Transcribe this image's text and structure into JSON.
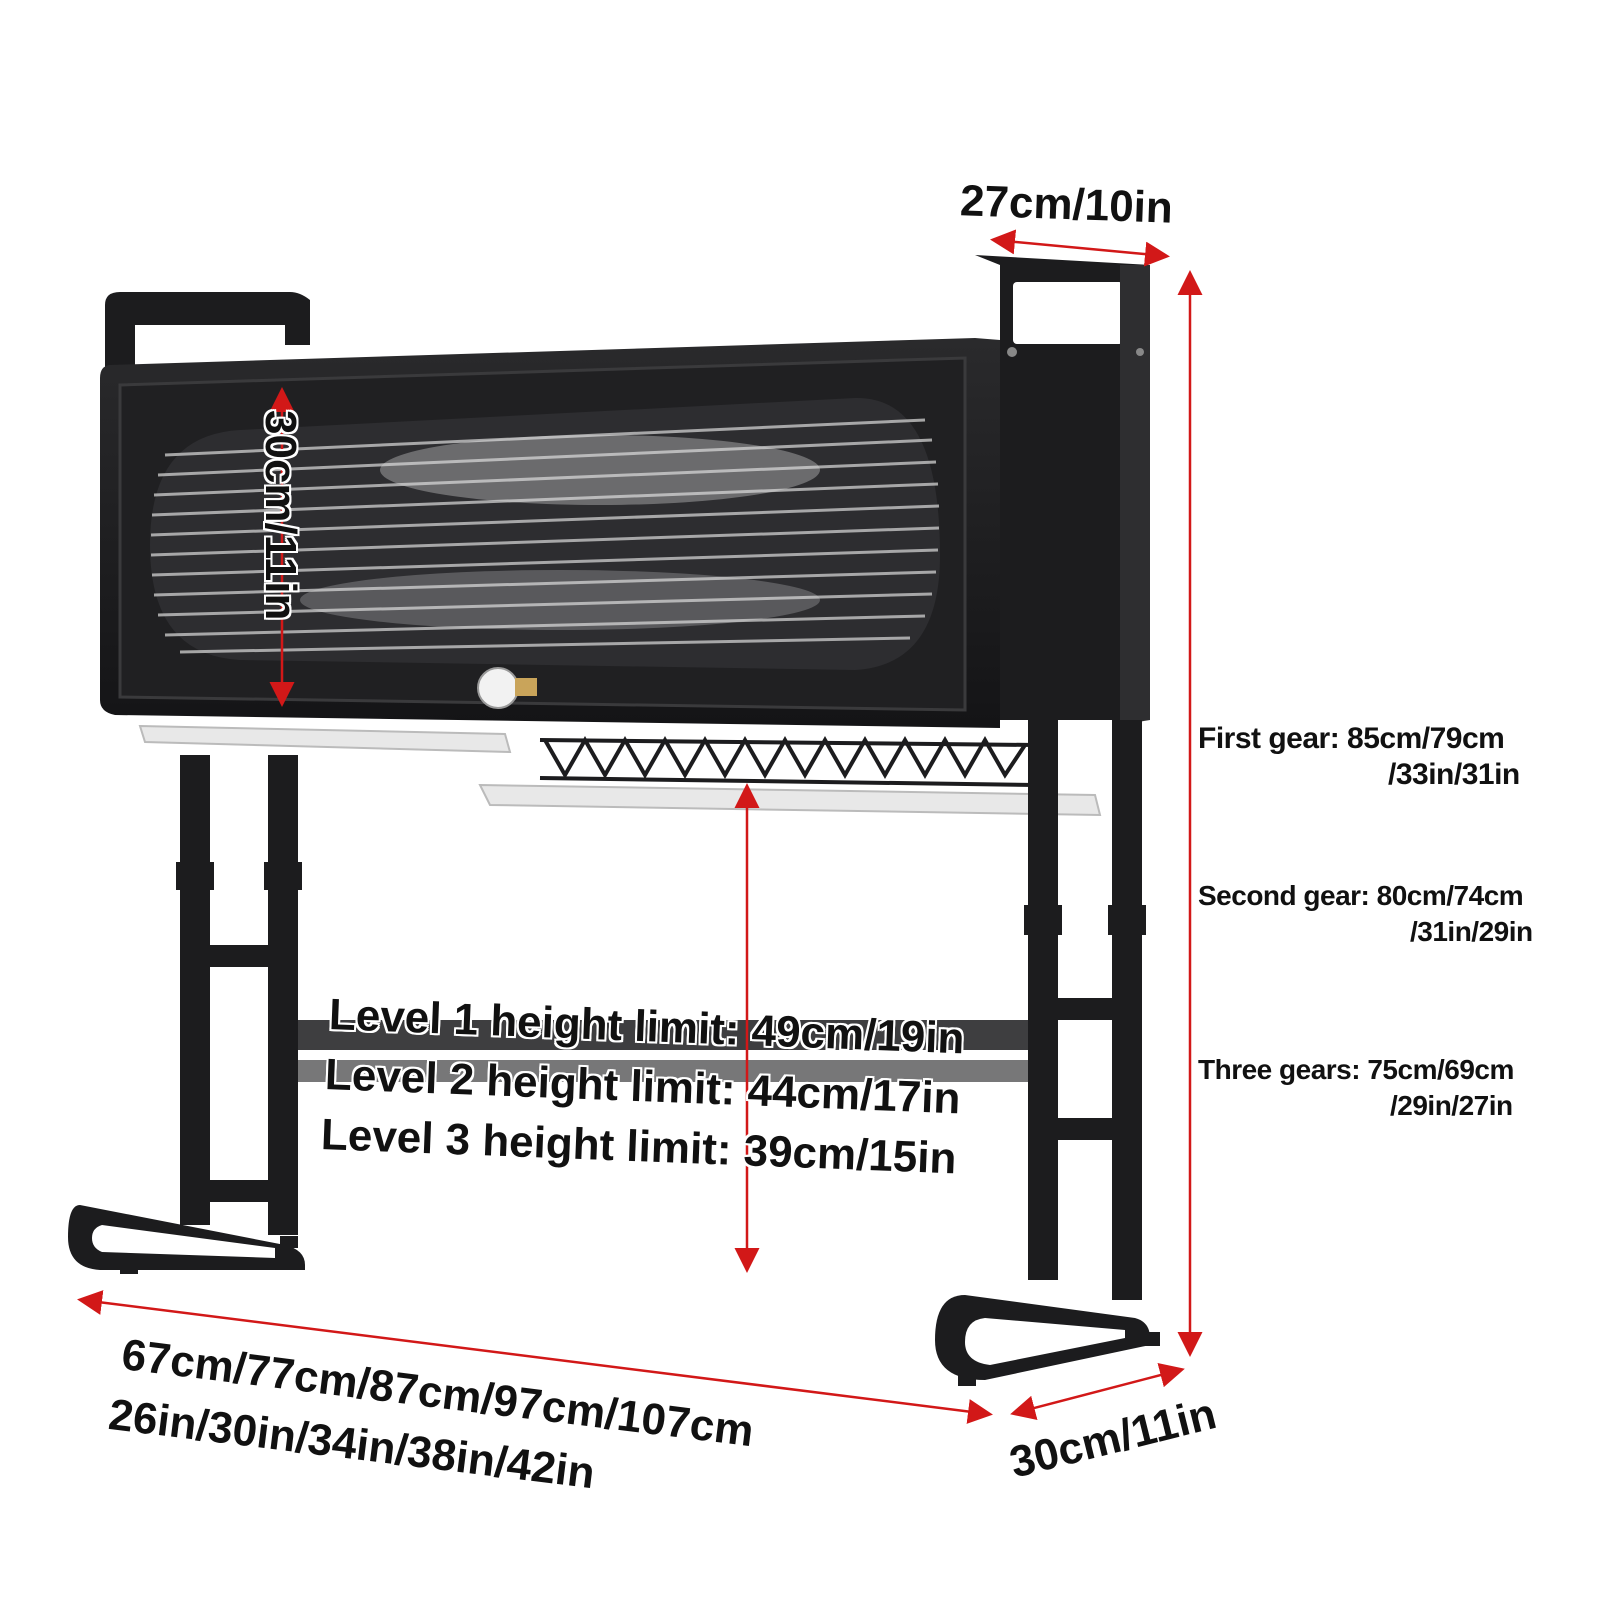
{
  "colors": {
    "frame": "#1c1c1e",
    "arrow": "#d21818",
    "tray": "#e8e8e8",
    "label": "#111111"
  },
  "dimensions": {
    "top_depth": "27cm/10in",
    "cabinet_height": "30cm/11in",
    "gears": {
      "first_line1": "First gear: 85cm/79cm",
      "first_line2": "/33in/31in",
      "second_line1": "Second gear: 80cm/74cm",
      "second_line2": "/31in/29in",
      "third_line1": "Three gears: 75cm/69cm",
      "third_line2": "/29in/27in"
    },
    "levels": {
      "level1": "Level 1 height limit: 49cm/19in",
      "level2": "Level 2 height limit: 44cm/17in",
      "level3": "Level 3 height limit: 39cm/15in"
    },
    "width_cm": "67cm/77cm/87cm/97cm/107cm",
    "width_in": "26in/30in/34in/38in/42in",
    "bottom_depth": "30cm/11in"
  }
}
